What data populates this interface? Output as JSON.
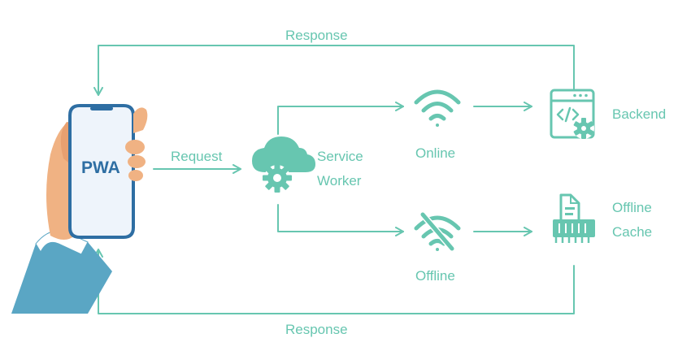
{
  "colors": {
    "accent": "#67c6b0",
    "phone_frame": "#2e6ea3",
    "phone_screen": "#eef4fb",
    "skin": "#f0b283",
    "sleeve": "#5aa6c4"
  },
  "phone": {
    "label": "PWA"
  },
  "labels": {
    "request": "Request",
    "response_top": "Response",
    "response_bottom": "Response",
    "service_worker_line1": "Service",
    "service_worker_line2": "Worker",
    "online": "Online",
    "offline": "Offline",
    "backend": "Backend",
    "offline_cache_line1": "Offline",
    "offline_cache_line2": "Cache"
  },
  "icons": {
    "service_worker": "cloud-gear-icon",
    "online": "wifi-icon",
    "offline": "wifi-off-icon",
    "backend": "code-window-gear-icon",
    "offline_cache": "document-storage-icon"
  }
}
